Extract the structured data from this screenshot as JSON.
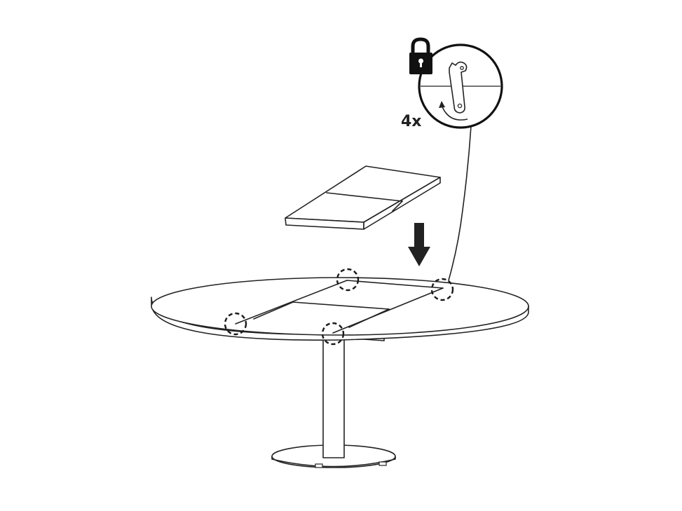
{
  "diagram": {
    "multiplier_label": "4x",
    "icons": {
      "lock": "padlock-icon",
      "arrow": "arrow-down-icon",
      "detail": "latch-detail-magnifier"
    },
    "latch_points": 4
  }
}
